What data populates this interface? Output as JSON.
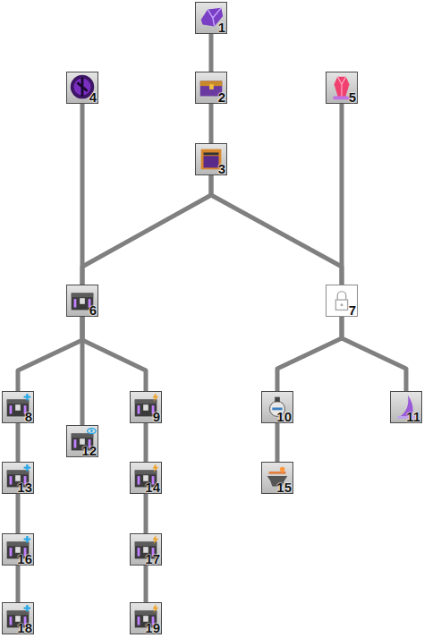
{
  "diagram": {
    "nodes": [
      {
        "text": [
          "1"
        ]
      },
      {
        "text": [
          "2"
        ]
      },
      {
        "text": [
          "3"
        ]
      },
      {
        "text": [
          "4"
        ]
      },
      {
        "text": [
          "5"
        ]
      },
      {
        "text": [
          "6"
        ]
      },
      {
        "text": [
          "7"
        ]
      },
      {
        "text": [
          "8"
        ]
      },
      {
        "text": [
          "9"
        ]
      },
      {
        "text": [
          "10"
        ]
      },
      {
        "text": [
          "11"
        ]
      },
      {
        "text": [
          "12"
        ]
      },
      {
        "text": [
          "13"
        ]
      },
      {
        "text": [
          "14"
        ]
      },
      {
        "text": [
          "15"
        ]
      },
      {
        "text": [
          "16"
        ]
      },
      {
        "text": [
          "17"
        ]
      },
      {
        "text": [
          "18"
        ]
      },
      {
        "text": [
          "19"
        ]
      }
    ],
    "edges": [
      {
        "from": 0,
        "to": 1,
        "arrow": "none"
      },
      {
        "from": 1,
        "to": 2,
        "arrow": "none"
      },
      {
        "from": 2,
        "to": 5,
        "arrow": "none"
      },
      {
        "from": 2,
        "to": 6,
        "arrow": "none"
      },
      {
        "from": 3,
        "to": 5,
        "arrow": "none"
      },
      {
        "from": 4,
        "to": 6,
        "arrow": "none"
      },
      {
        "from": 5,
        "to": 7,
        "arrow": "none"
      },
      {
        "from": 5,
        "to": 11,
        "arrow": "none"
      },
      {
        "from": 5,
        "to": 8,
        "arrow": "none"
      },
      {
        "from": 6,
        "to": 9,
        "arrow": "none"
      },
      {
        "from": 6,
        "to": 10,
        "arrow": "none"
      },
      {
        "from": 7,
        "to": 12,
        "arrow": "none"
      },
      {
        "from": 12,
        "to": 15,
        "arrow": "none"
      },
      {
        "from": 15,
        "to": 17,
        "arrow": "none"
      },
      {
        "from": 8,
        "to": 13,
        "arrow": "none"
      },
      {
        "from": 13,
        "to": 16,
        "arrow": "none"
      },
      {
        "from": 16,
        "to": 18,
        "arrow": "none"
      },
      {
        "from": 9,
        "to": 14,
        "arrow": "none"
      }
    ]
  }
}
